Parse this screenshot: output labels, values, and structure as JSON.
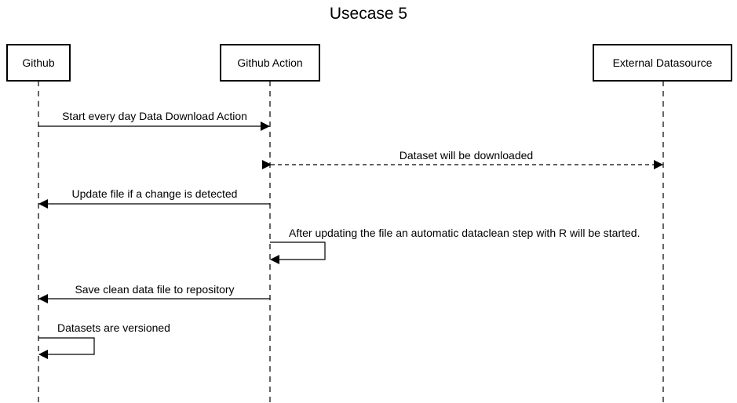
{
  "title": "Usecase 5",
  "participants": [
    {
      "label": "Github"
    },
    {
      "label": "Github Action"
    },
    {
      "label": "External Datasource"
    }
  ],
  "messages": [
    {
      "label": "Start every day Data Download Action",
      "from": "Github",
      "to": "Github Action",
      "style": "solid"
    },
    {
      "label": "Dataset will be downloaded",
      "from": "Github Action",
      "to": "External Datasource",
      "style": "dashed-bidirectional"
    },
    {
      "label": "Update file if a change is detected",
      "from": "Github Action",
      "to": "Github",
      "style": "solid"
    },
    {
      "label": "After updating the file an automatic dataclean step with R will be started.",
      "from": "Github Action",
      "to": "Github Action",
      "style": "self"
    },
    {
      "label": "Save clean data file to repository",
      "from": "Github Action",
      "to": "Github",
      "style": "solid"
    },
    {
      "label": "Datasets are versioned",
      "from": "Github",
      "to": "Github",
      "style": "self"
    }
  ]
}
